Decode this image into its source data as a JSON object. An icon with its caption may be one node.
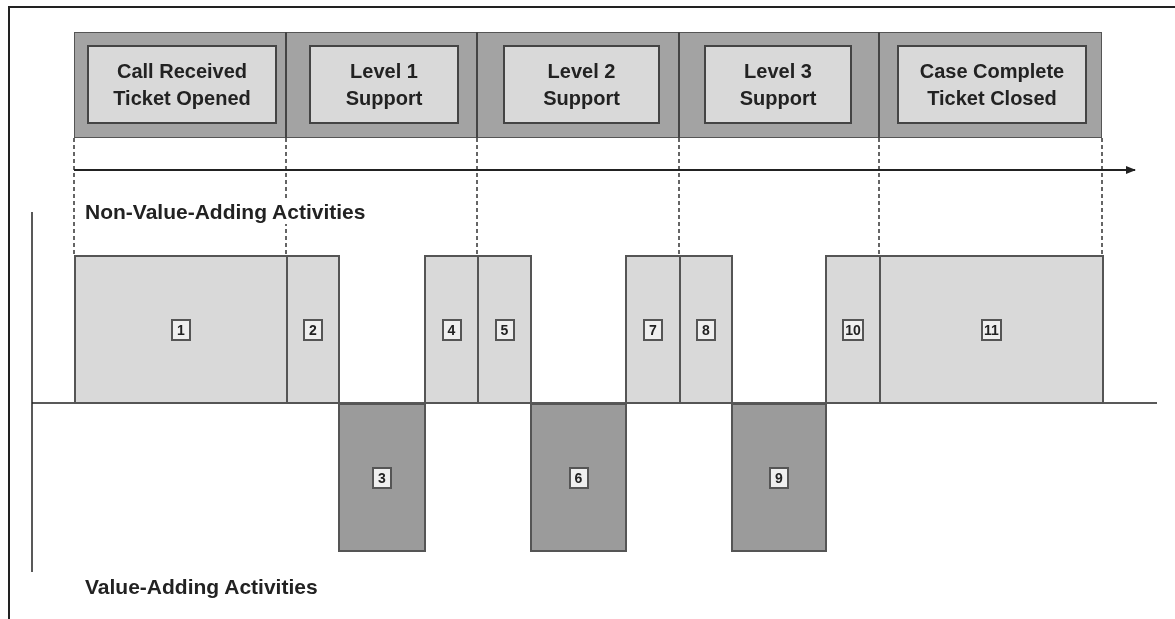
{
  "diagram": {
    "nodes": [
      {
        "text": [
          "Call Received Ticket Opened"
        ]
      },
      {
        "text": [
          "Level 1 Support"
        ]
      },
      {
        "text": [
          "Level 2 Support"
        ]
      },
      {
        "text": [
          "Level 3 Support"
        ]
      },
      {
        "text": [
          "Case Complete Ticket Closed"
        ]
      },
      {
        "text": [
          "1"
        ]
      },
      {
        "text": [
          "2"
        ]
      },
      {
        "text": [
          "3"
        ]
      },
      {
        "text": [
          "4"
        ]
      },
      {
        "text": [
          "5"
        ]
      },
      {
        "text": [
          "6"
        ]
      },
      {
        "text": [
          "7"
        ]
      },
      {
        "text": [
          "8"
        ]
      },
      {
        "text": [
          "9"
        ]
      },
      {
        "text": [
          "10"
        ]
      },
      {
        "text": [
          "11"
        ]
      }
    ],
    "labels": [
      "Non-Value-Adding Activities",
      "Value-Adding Activities"
    ]
  }
}
